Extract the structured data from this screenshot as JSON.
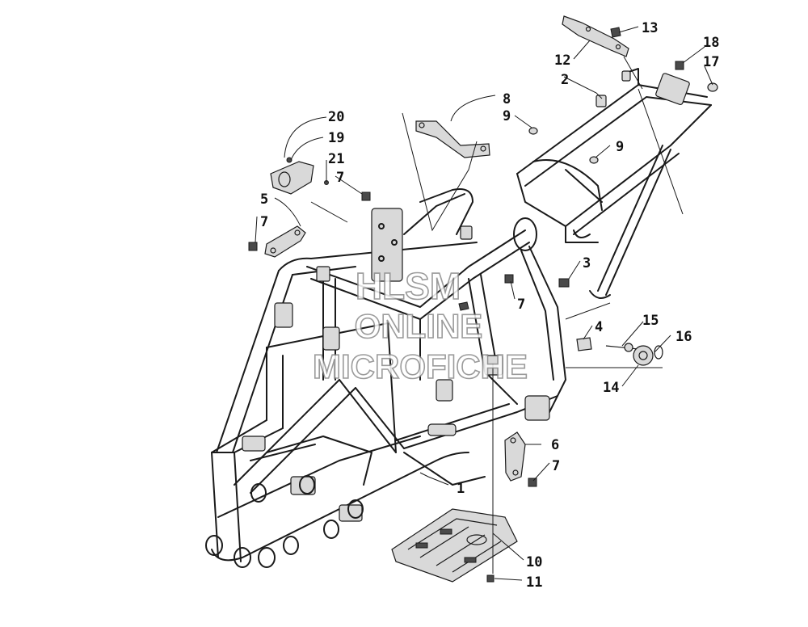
{
  "diagram": {
    "callouts": [
      {
        "id": "c1",
        "label": "1"
      },
      {
        "id": "c2",
        "label": "2"
      },
      {
        "id": "c3",
        "label": "3"
      },
      {
        "id": "c4",
        "label": "4"
      },
      {
        "id": "c5",
        "label": "5"
      },
      {
        "id": "c6",
        "label": "6"
      },
      {
        "id": "c7a",
        "label": "7"
      },
      {
        "id": "c7b",
        "label": "7"
      },
      {
        "id": "c7c",
        "label": "7"
      },
      {
        "id": "c7d",
        "label": "7"
      },
      {
        "id": "c8",
        "label": "8"
      },
      {
        "id": "c9a",
        "label": "9"
      },
      {
        "id": "c9b",
        "label": "9"
      },
      {
        "id": "c10",
        "label": "10"
      },
      {
        "id": "c11",
        "label": "11"
      },
      {
        "id": "c12",
        "label": "12"
      },
      {
        "id": "c13",
        "label": "13"
      },
      {
        "id": "c14",
        "label": "14"
      },
      {
        "id": "c15",
        "label": "15"
      },
      {
        "id": "c16",
        "label": "16"
      },
      {
        "id": "c17",
        "label": "17"
      },
      {
        "id": "c18",
        "label": "18"
      },
      {
        "id": "c19",
        "label": "19"
      },
      {
        "id": "c20",
        "label": "20"
      },
      {
        "id": "c21",
        "label": "21"
      }
    ]
  },
  "watermark": {
    "line1": "HLSM",
    "line2": "ONLINE",
    "line3": "MICROFICHE"
  }
}
